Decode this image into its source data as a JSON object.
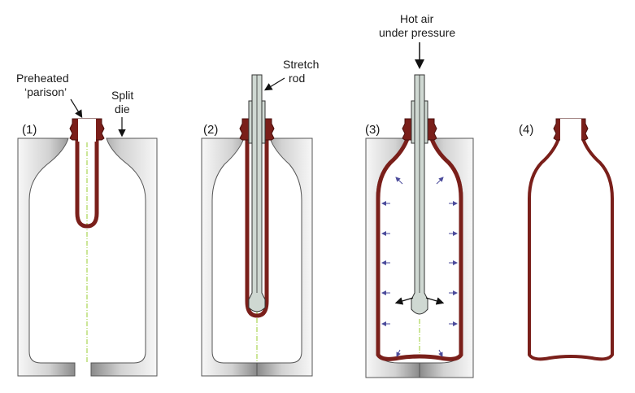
{
  "steps": [
    {
      "number": "(1)"
    },
    {
      "number": "(2)"
    },
    {
      "number": "(3)"
    },
    {
      "number": "(4)"
    }
  ],
  "labels": {
    "parison_line1": "Preheated",
    "parison_line2": "‘parison’",
    "die_line1": "Split",
    "die_line2": "die",
    "rod_line1": "Stretch",
    "rod_line2": "rod",
    "air_line1": "Hot air",
    "air_line2": "under pressure"
  },
  "colors": {
    "die_light": "#f4f4f4",
    "die_dark": "#8c8c8c",
    "parison": "#7a1f1a",
    "rod": "#cfd8d2",
    "axis": "#9acd32",
    "pressure_arrow": "#4b4b9b"
  }
}
